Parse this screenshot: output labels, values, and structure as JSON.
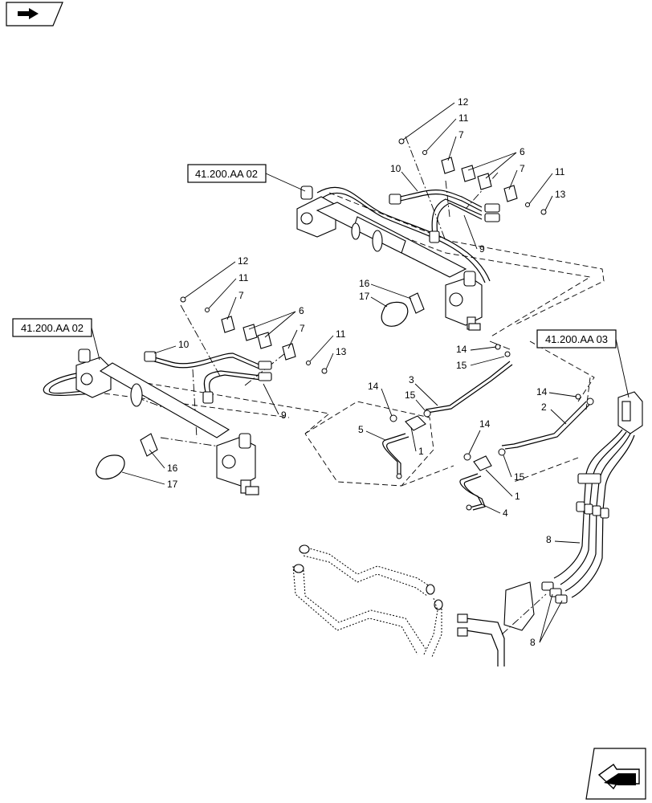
{
  "refs": {
    "upper": "41.200.AA 02",
    "left": "41.200.AA 02",
    "right": "41.200.AA 03"
  },
  "callouts": {
    "u12": "12",
    "u11": "11",
    "u7a": "7",
    "u6": "6",
    "u7b": "7",
    "u11b": "11",
    "u13": "13",
    "u10": "10",
    "u9": "9",
    "u16": "16",
    "u17": "17",
    "l12": "12",
    "l11": "11",
    "l7a": "7",
    "l6": "6",
    "l7b": "7",
    "l11b": "11",
    "l13": "13",
    "l10": "10",
    "l9": "9",
    "l16": "16",
    "l17": "17",
    "c14a": "14",
    "c15a": "15",
    "c3": "3",
    "c14b": "14",
    "c15b": "15",
    "c5": "5",
    "c1a": "1",
    "c14c": "14",
    "c2": "2",
    "c14d": "14",
    "c15c": "15",
    "c1b": "1",
    "c4": "4",
    "r8a": "8",
    "r8b": "8"
  },
  "icons": {
    "top_left": "page-nav-icon",
    "bottom_right": "next-page-arrow-icon"
  }
}
